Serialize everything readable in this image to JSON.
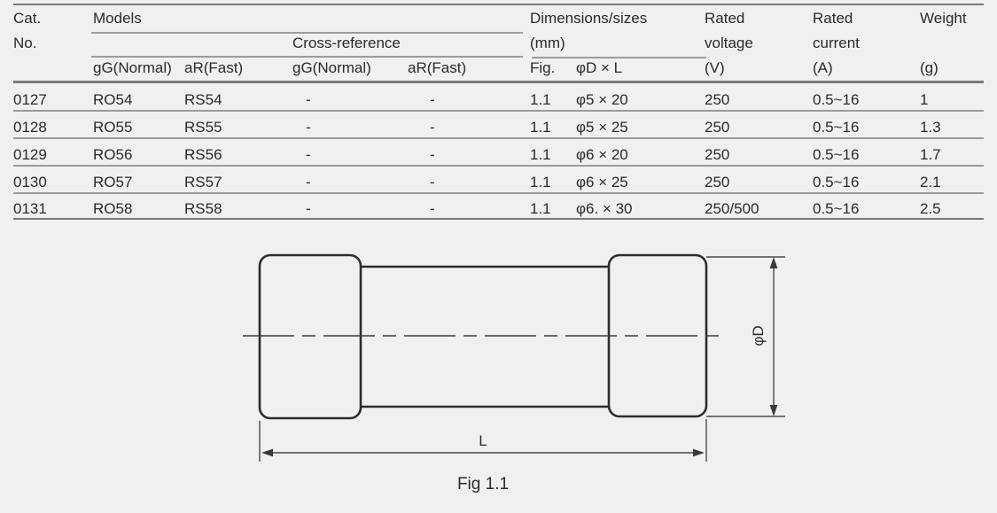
{
  "table": {
    "headers": {
      "cat_line1": "Cat.",
      "cat_line2": "No.",
      "models": "Models",
      "cross_reference": "Cross-reference",
      "dimensions_line1": "Dimensions/sizes",
      "dimensions_line2": "(mm)",
      "rated_voltage_line1": "Rated",
      "rated_voltage_line2": "voltage",
      "rated_voltage_line3": "(V)",
      "rated_current_line1": "Rated",
      "rated_current_line2": "current",
      "rated_current_line3": "(A)",
      "weight_line1": "Weight",
      "weight_line3": "(g)",
      "sub": {
        "model_gg": "gG(Normal)",
        "model_ar": "aR(Fast)",
        "cross_gg": "gG(Normal)",
        "cross_ar": "aR(Fast)",
        "fig": "Fig.",
        "dxl": "φD × L"
      }
    },
    "rows": [
      {
        "cat": "0127",
        "model_gg": "RO54",
        "model_ar": "RS54",
        "cross_gg": "-",
        "cross_ar": "-",
        "fig": "1.1",
        "dxl": "φ5 × 20",
        "voltage": "250",
        "current": "0.5~16",
        "weight": "1"
      },
      {
        "cat": "0128",
        "model_gg": "RO55",
        "model_ar": "RS55",
        "cross_gg": "-",
        "cross_ar": "-",
        "fig": "1.1",
        "dxl": "φ5 × 25",
        "voltage": "250",
        "current": "0.5~16",
        "weight": "1.3"
      },
      {
        "cat": "0129",
        "model_gg": "RO56",
        "model_ar": "RS56",
        "cross_gg": "-",
        "cross_ar": "-",
        "fig": "1.1",
        "dxl": "φ6 × 20",
        "voltage": "250",
        "current": "0.5~16",
        "weight": "1.7"
      },
      {
        "cat": "0130",
        "model_gg": "RO57",
        "model_ar": "RS57",
        "cross_gg": "-",
        "cross_ar": "-",
        "fig": "1.1",
        "dxl": "φ6 × 25",
        "voltage": "250",
        "current": "0.5~16",
        "weight": "2.1"
      },
      {
        "cat": "0131",
        "model_gg": "RO58",
        "model_ar": "RS58",
        "cross_gg": "-",
        "cross_ar": "-",
        "fig": "1.1",
        "dxl": "φ6. × 30",
        "voltage": "250/500",
        "current": "0.5~16",
        "weight": "2.5"
      }
    ]
  },
  "figure": {
    "phi_d_label": "φD",
    "l_label": "L",
    "caption": "Fig 1.1"
  },
  "colors": {
    "background": "#eff0f2",
    "text": "#2a2a2e",
    "rule_heavy": "#7a7a7e",
    "rule_light": "#9b9b9f",
    "drawing_stroke": "#2c2c2e"
  }
}
